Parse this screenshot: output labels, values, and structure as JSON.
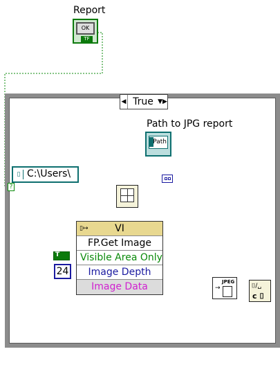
{
  "report_label": "Report",
  "report_button_text": "OK",
  "report_type_tag": "TF",
  "case_selector": {
    "value": "True",
    "dec_glyph": "◀",
    "inc_glyph": "▼▶"
  },
  "path_label": "Path to JPG report",
  "path_terminal_text": "Path",
  "path_constant": "C:\\Users\\",
  "property_node": {
    "class": "VI",
    "rows": [
      "FP.Get Image",
      "Visible Area Only",
      "Image Depth",
      "Image Data"
    ]
  },
  "bool_constant_text": "T",
  "depth_constant": "24",
  "jpeg_icon_text": "JPEG",
  "selector_question": "?",
  "colors": {
    "bool_wire": "#0a8a0a",
    "path_wire": "#0d6f6f",
    "refnum_wire": "#2f7f7f",
    "cluster_wire": "#d020d0",
    "numeric": "#1a1aa0",
    "node_header": "#e8d890"
  }
}
